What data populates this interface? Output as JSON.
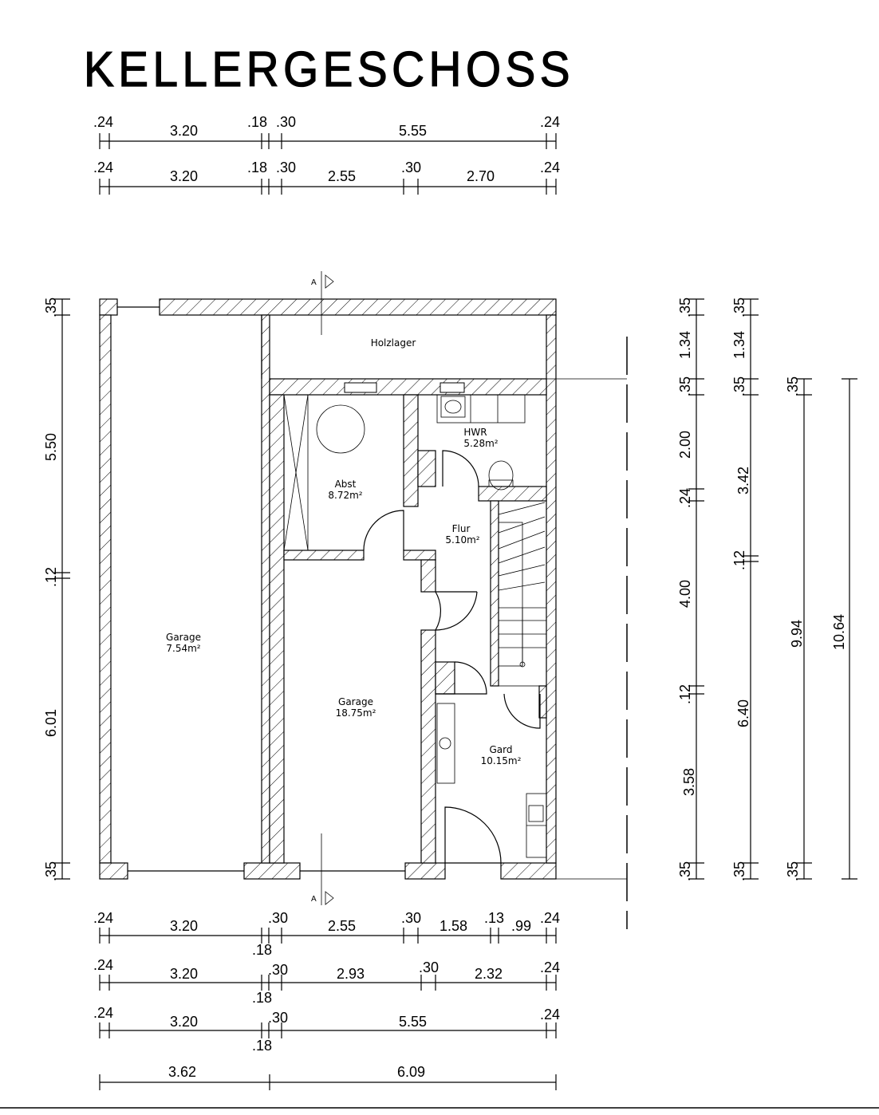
{
  "title": "KELLERGESCHOSS",
  "rooms": [
    {
      "name": "Holzlager",
      "area": ""
    },
    {
      "name": "HWR",
      "area": "5.28m²"
    },
    {
      "name": "Abst",
      "area": "8.72m²"
    },
    {
      "name": "Flur",
      "area": "5.10m²"
    },
    {
      "name": "Garage",
      "area": "7.54m²"
    },
    {
      "name": "Garage",
      "area": "18.75m²"
    },
    {
      "name": "Gard",
      "area": "10.15m²"
    }
  ],
  "section_marker": "A",
  "dims": {
    "top1": [
      ".24",
      "3.20",
      ".18",
      ".30",
      "5.55",
      ".24"
    ],
    "top2": [
      ".24",
      "3.20",
      ".18",
      ".30",
      "2.55",
      ".30",
      "2.70",
      ".24"
    ],
    "bot1": [
      ".24",
      "3.20",
      ".30",
      "2.55",
      ".30",
      "1.58",
      ".13",
      ".99",
      ".24",
      ".18"
    ],
    "bot2": [
      ".24",
      "3.20",
      ".30",
      "2.93",
      ".30",
      "2.32",
      ".24",
      ".18"
    ],
    "bot3": [
      ".24",
      "3.20",
      ".30",
      "5.55",
      ".24",
      ".18"
    ],
    "bot4": [
      "3.62",
      "6.09"
    ],
    "left": [
      ".35",
      "5.50",
      ".12",
      "6.01",
      ".35"
    ],
    "right1": [
      ".35",
      "1.34",
      ".35",
      "2.00",
      ".24",
      "4.00",
      ".12",
      "3.58",
      ".35"
    ],
    "right2": [
      ".35",
      "1.34",
      ".35",
      "3.42",
      ".12",
      "6.40",
      ".35"
    ],
    "right3": [
      ".35",
      "9.94",
      ".35"
    ],
    "right4": [
      "10.64"
    ]
  }
}
